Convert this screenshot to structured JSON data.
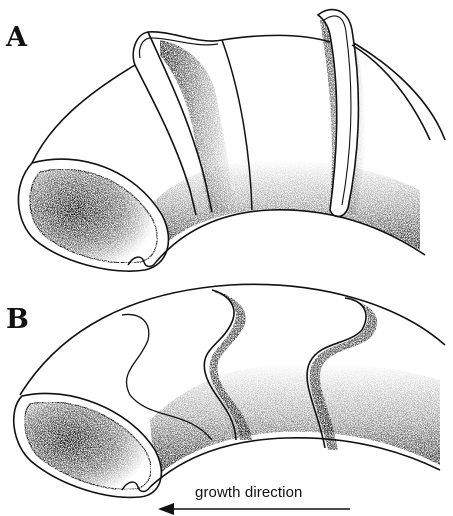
{
  "figure": {
    "panel_a_label": "A",
    "panel_b_label": "B",
    "caption_arrow_label": "growth direction",
    "ink_color": "#111111",
    "paper_color": "#ffffff"
  }
}
